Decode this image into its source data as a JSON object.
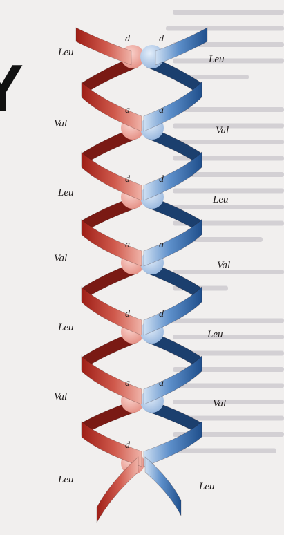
{
  "colors": {
    "red_helix": "#c9463a",
    "blue_helix": "#3f77b8",
    "red_bead": "#ec9c92",
    "blue_bead": "#a8c4e4",
    "background": "#f1efee"
  },
  "heptad": [
    {
      "left": "Leu",
      "right": "Leu",
      "position": "d"
    },
    {
      "left": "Val",
      "right": "Val",
      "position": "a"
    },
    {
      "left": "Leu",
      "right": "Leu",
      "position": "d"
    },
    {
      "left": "Val",
      "right": "Val",
      "position": "a"
    },
    {
      "left": "Leu",
      "right": "Leu",
      "position": "d"
    },
    {
      "left": "Val",
      "right": "Val",
      "position": "a"
    },
    {
      "left": "Leu",
      "right": "Leu",
      "position": "d"
    }
  ]
}
